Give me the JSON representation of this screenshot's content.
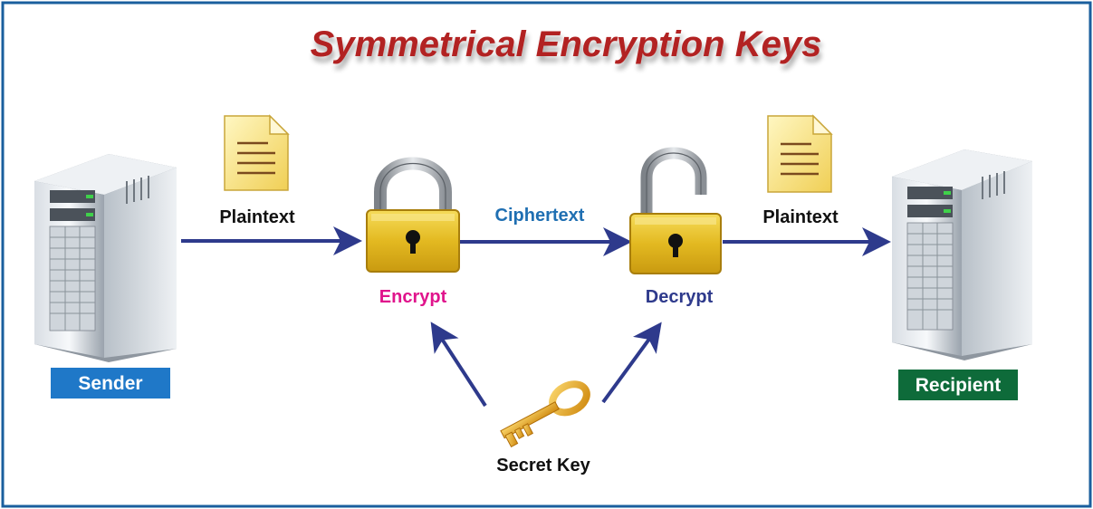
{
  "title": "Symmetrical Encryption Keys",
  "labels": {
    "plaintext_left": "Plaintext",
    "ciphertext": "Ciphertext",
    "plaintext_right": "Plaintext",
    "encrypt": "Encrypt",
    "decrypt": "Decrypt",
    "secret_key": "Secret Key",
    "sender": "Sender",
    "recipient": "Recipient"
  },
  "colors": {
    "border": "#1a5f9e",
    "title": "#b22222",
    "arrow": "#2e3a8c",
    "ciphertext": "#1f6fb2",
    "encrypt": "#e0148c",
    "decrypt": "#2e3a8c",
    "sender_badge": "#1f78c8",
    "recipient_badge": "#0e6b3a",
    "lock_gold": "#e8c02a"
  },
  "icons": {
    "server_left": "server-icon",
    "server_right": "server-icon",
    "document_left": "document-icon",
    "document_right": "document-icon",
    "lock_closed": "padlock-closed-icon",
    "lock_open": "padlock-open-icon",
    "key": "key-icon"
  }
}
